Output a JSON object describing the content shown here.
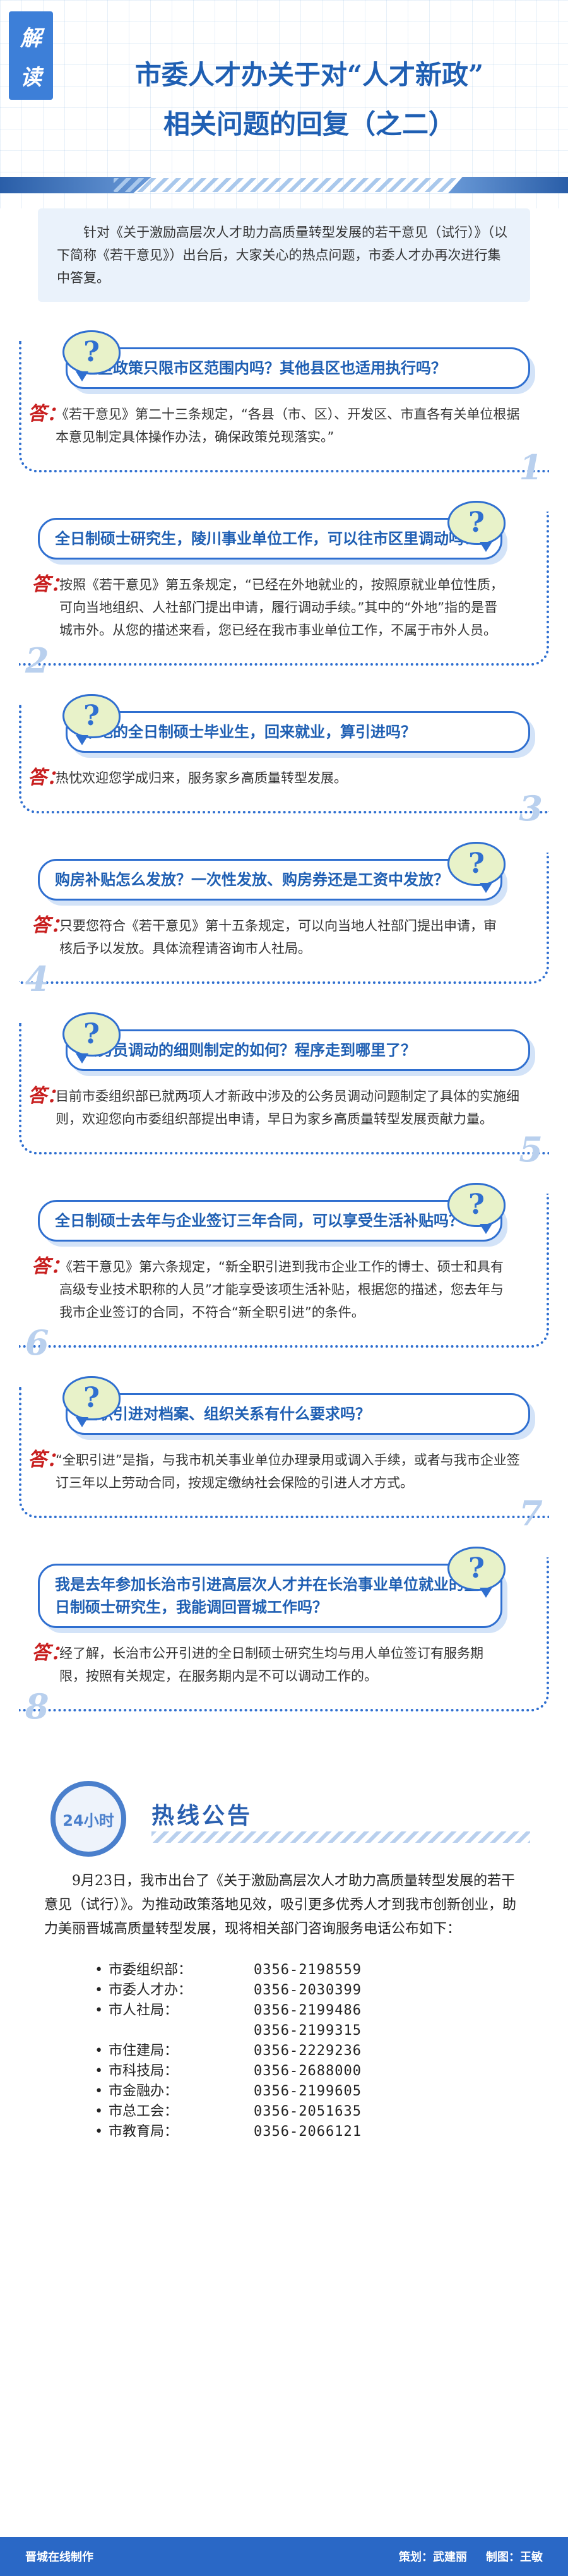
{
  "header": {
    "badge": [
      "解",
      "读"
    ],
    "title_line1": "市委人才办关于对“人才新政”",
    "title_line2": "相关问题的回复（之二）"
  },
  "intro": "针对《关于激励高层次人才助力高质量转型发展的若干意见（试行）》（以下简称《若干意见》）出台后，大家关心的热点问题，市委人才办再次进行集中答复。",
  "answer_mark": "答：",
  "qa": [
    {
      "num": "1",
      "question": "这些政策只限市区范围内吗？其他县区也适用执行吗？",
      "answer": "《若干意见》第二十三条规定，“各县（市、区）、开发区、市直各有关单位根据本意见制定具体操作办法，确保政策兑现落实。”"
    },
    {
      "num": "2",
      "question": "全日制硕士研究生，陵川事业单位工作，可以往市区里调动吗？",
      "answer": "按照《若干意见》第五条规定，“已经在外地就业的，按照原就业单位性质，可向当地组织、人社部门提出申请，履行调动手续。”其中的“外地”指的是晋城市外。从您的描述来看，您已经在我市事业单位工作，不属于市外人员。"
    },
    {
      "num": "3",
      "question": "本地的全日制硕士毕业生，回来就业，算引进吗？",
      "answer": "热忱欢迎您学成归来，服务家乡高质量转型发展。"
    },
    {
      "num": "4",
      "question": "购房补贴怎么发放？一次性发放、购房券还是工资中发放？",
      "answer": "只要您符合《若干意见》第十五条规定，可以向当地人社部门提出申请，审核后予以发放。具体流程请咨询市人社局。"
    },
    {
      "num": "5",
      "question": "公务员调动的细则制定的如何？程序走到哪里了？",
      "answer": "目前市委组织部已就两项人才新政中涉及的公务员调动问题制定了具体的实施细则，欢迎您向市委组织部提出申请，早日为家乡高质量转型发展贡献力量。"
    },
    {
      "num": "6",
      "question": "全日制硕士去年与企业签订三年合同，可以享受生活补贴吗？",
      "answer": "《若干意见》第六条规定，“新全职引进到我市企业工作的博士、硕士和具有高级专业技术职称的人员”才能享受该项生活补贴，根据您的描述，您去年与我市企业签订的合同，不符合“新全职引进”的条件。"
    },
    {
      "num": "7",
      "question": "全职引进对档案、组织关系有什么要求吗？",
      "answer": "“全职引进”是指，与我市机关事业单位办理录用或调入手续，或者与我市企业签订三年以上劳动合同，按规定缴纳社会保险的引进人才方式。"
    },
    {
      "num": "8",
      "question": "我是去年参加长治市引进高层次人才并在长治事业单位就业的全日制硕士研究生，我能调回晋城工作吗？",
      "answer": "经了解，长治市公开引进的全日制硕士研究生均与用人单位签订有服务期限，按照有关规定，在服务期内是不可以调动工作的。"
    }
  ],
  "hotline": {
    "clock_text": "24小时",
    "title": "热线公告",
    "intro": "9月23日，我市出台了《关于激励高层次人才助力高质量转型发展的若干意见（试行）》。为推动政策落地见效，吸引更多优秀人才到我市创新创业，助力美丽晋城高质量转型发展，现将相关部门咨询服务电话公布如下：",
    "phones": [
      {
        "bullet": "•",
        "name": "市委组织部：",
        "num": "0356-2198559"
      },
      {
        "bullet": "•",
        "name": "市委人才办：",
        "num": "0356-2030399"
      },
      {
        "bullet": "•",
        "name": "市人社局：",
        "num": "0356-2199486"
      },
      {
        "bullet": "",
        "name": "",
        "num": "0356-2199315"
      },
      {
        "bullet": "•",
        "name": "市住建局：",
        "num": "0356-2229236"
      },
      {
        "bullet": "•",
        "name": "市科技局：",
        "num": "0356-2688000"
      },
      {
        "bullet": "•",
        "name": "市金融办：",
        "num": "0356-2199605"
      },
      {
        "bullet": "•",
        "name": "市总工会：",
        "num": "0356-2051635"
      },
      {
        "bullet": "•",
        "name": "市教育局：",
        "num": "0356-2066121"
      }
    ]
  },
  "footer": {
    "left": "晋城在线制作",
    "planner": "策划：武建丽",
    "producer": "制图：王敏"
  },
  "colors": {
    "primary": "#2f6fd0",
    "title": "#1f5fb3",
    "answer_mark": "#c81e1e",
    "footer_bg": "#2a68c6",
    "intro_bg": "#eaf2fb"
  }
}
